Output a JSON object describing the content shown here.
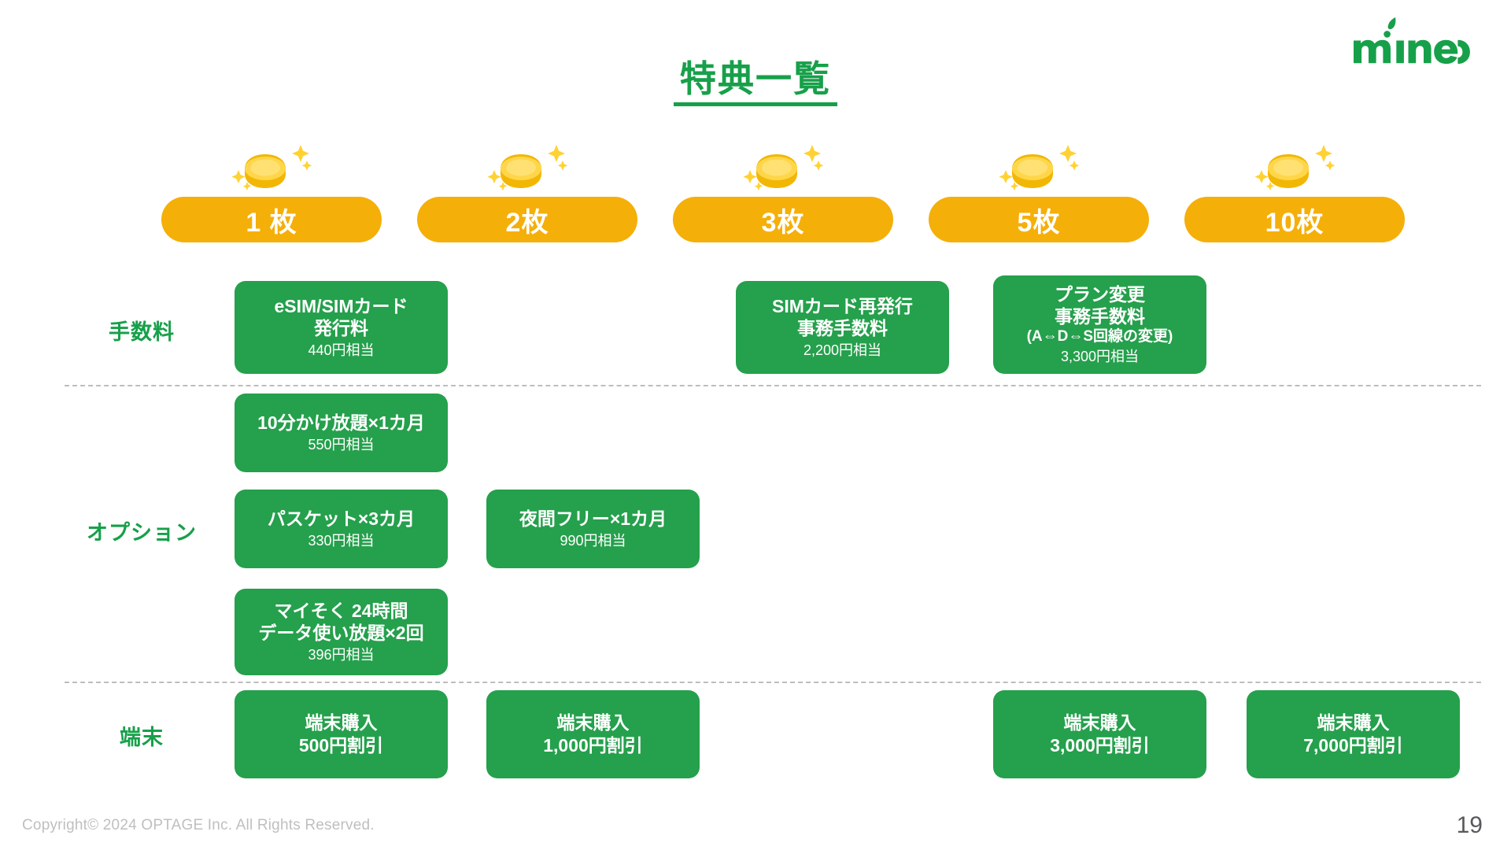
{
  "brand": {
    "logo_text": "mineo",
    "logo_name": "mineo-logo",
    "green": "#17a04a",
    "card_green": "#25a04c",
    "pill_orange": "#F5AF09",
    "coin_yellow": "#FFD64A"
  },
  "header": {
    "title": "特典一覧"
  },
  "columns": [
    {
      "id": "col-1",
      "label": "1 枚",
      "icon": "gold-coin-icon"
    },
    {
      "id": "col-2",
      "label": "2枚",
      "icon": "gold-coin-icon"
    },
    {
      "id": "col-3",
      "label": "3枚",
      "icon": "gold-coin-icon"
    },
    {
      "id": "col-5",
      "label": "5枚",
      "icon": "gold-coin-icon"
    },
    {
      "id": "col-10",
      "label": "10枚",
      "icon": "gold-coin-icon"
    }
  ],
  "rows": [
    {
      "id": "row-fee",
      "label": "手数料"
    },
    {
      "id": "row-option",
      "label": "オプション"
    },
    {
      "id": "row-device",
      "label": "端末"
    }
  ],
  "cells": {
    "fee_1": {
      "lines": [
        "eSIM/SIMカード",
        "発行料"
      ],
      "note": "440円相当"
    },
    "fee_3": {
      "lines": [
        "SIMカード再発行",
        "事務手数料"
      ],
      "note": "2,200円相当"
    },
    "fee_5": {
      "lines": [
        "プラン変更",
        "事務手数料"
      ],
      "sub": "(A⇔D⇔S回線の変更)",
      "note": "3,300円相当"
    },
    "opt_1_a": {
      "lines": [
        "10分かけ放題×1カ月"
      ],
      "note": "550円相当"
    },
    "opt_1_b": {
      "lines": [
        "パスケット×3カ月"
      ],
      "note": "330円相当"
    },
    "opt_1_c": {
      "lines": [
        "マイそく 24時間",
        "データ使い放題×2回"
      ],
      "note": "396円相当"
    },
    "opt_2_a": {
      "lines": [
        "夜間フリー×1カ月"
      ],
      "note": "990円相当"
    },
    "dev_1": {
      "lines": [
        "端末購入",
        "500円割引"
      ]
    },
    "dev_2": {
      "lines": [
        "端末購入",
        "1,000円割引"
      ]
    },
    "dev_5": {
      "lines": [
        "端末購入",
        "3,000円割引"
      ]
    },
    "dev_10": {
      "lines": [
        "端末購入",
        "7,000円割引"
      ]
    }
  },
  "footer": {
    "copyright": "Copyright© 2024 OPTAGE Inc. All Rights Reserved.",
    "page_number": "19"
  }
}
